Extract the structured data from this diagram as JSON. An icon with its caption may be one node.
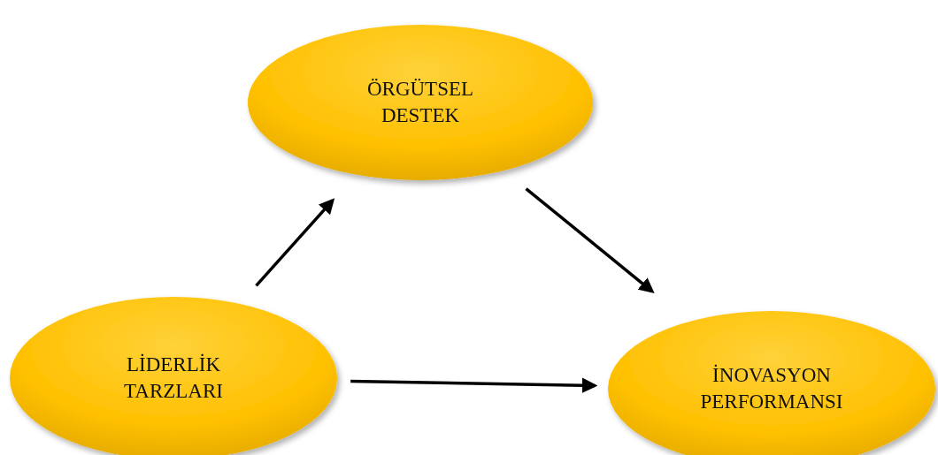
{
  "diagram": {
    "nodes": [
      {
        "text": [
          "ÖRGÜTSEL DESTEK"
        ]
      },
      {
        "text": [
          "LİDERLİK TARZLARI"
        ]
      },
      {
        "text": [
          "İNOVASYON PERFORMANSI"
        ]
      }
    ],
    "edges": [
      {
        "from": 1,
        "to": 0,
        "arrow": "to"
      },
      {
        "from": 0,
        "to": 2,
        "arrow": "to"
      },
      {
        "from": 1,
        "to": 2,
        "arrow": "to"
      }
    ]
  }
}
